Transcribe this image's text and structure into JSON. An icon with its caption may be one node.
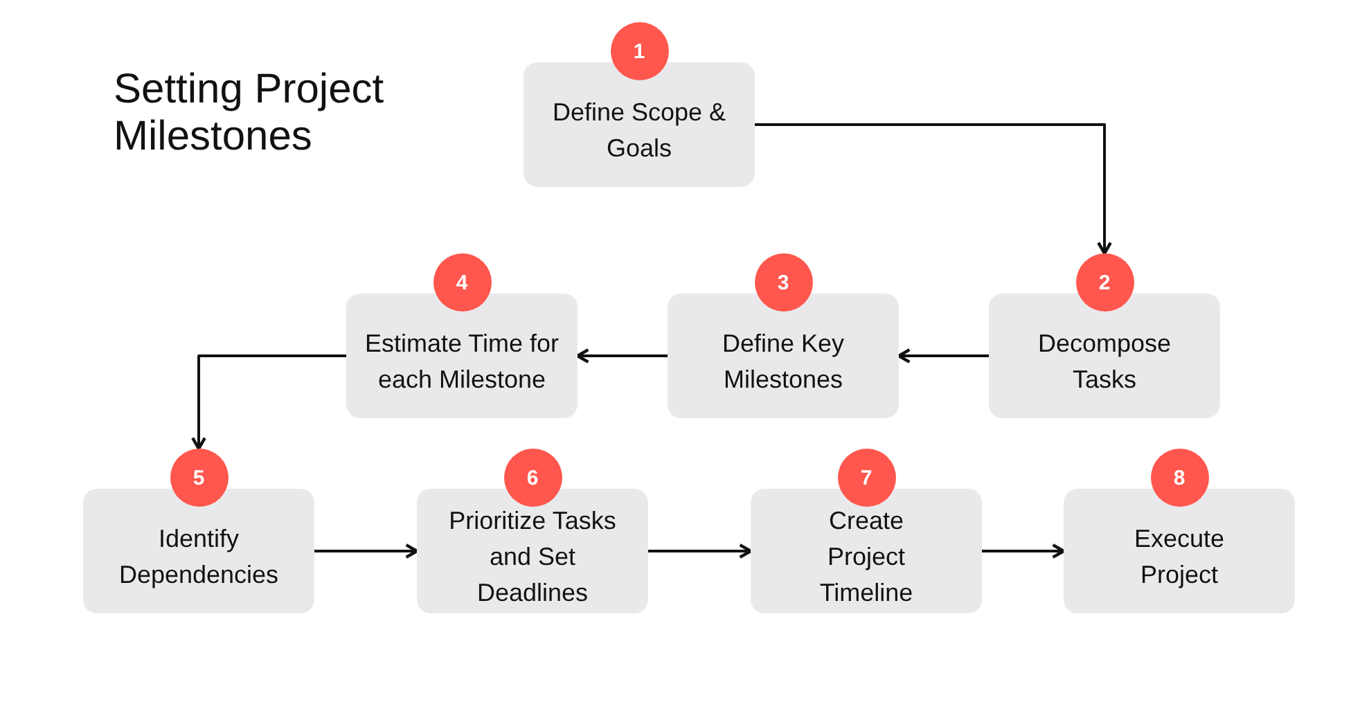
{
  "diagram": {
    "title": "Setting Project Milestones",
    "nodes": [
      {
        "text": [
          "1",
          "Define Scope & Goals"
        ]
      },
      {
        "text": [
          "2",
          "Decompose Tasks"
        ]
      },
      {
        "text": [
          "3",
          "Define Key Milestones"
        ]
      },
      {
        "text": [
          "4",
          "Estimate Time for each Milestone"
        ]
      },
      {
        "text": [
          "5",
          "Identify Dependencies"
        ]
      },
      {
        "text": [
          "6",
          "Prioritize Tasks and Set Deadlines"
        ]
      },
      {
        "text": [
          "7",
          "Create Project Timeline"
        ]
      },
      {
        "text": [
          "8",
          "Execute Project"
        ]
      }
    ],
    "edges": [
      {
        "from": 0,
        "to": 1,
        "arrow": "to"
      },
      {
        "from": 1,
        "to": 2,
        "arrow": "to"
      },
      {
        "from": 2,
        "to": 3,
        "arrow": "to"
      },
      {
        "from": 3,
        "to": 4,
        "arrow": "to"
      },
      {
        "from": 4,
        "to": 5,
        "arrow": "to"
      },
      {
        "from": 5,
        "to": 6,
        "arrow": "to"
      },
      {
        "from": 6,
        "to": 7,
        "arrow": "to"
      }
    ]
  }
}
